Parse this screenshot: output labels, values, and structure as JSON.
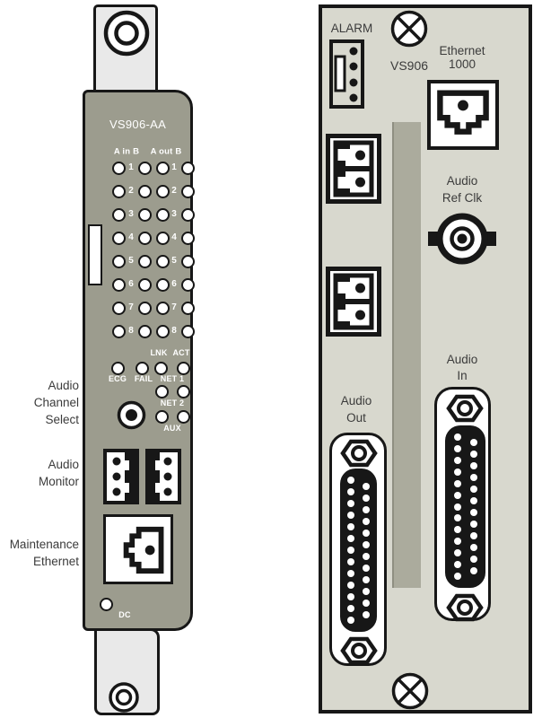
{
  "front_panel": {
    "model": "VS906-AA",
    "led_columns": {
      "in": "A in B",
      "out": "A out B"
    },
    "channels": [
      "1",
      "2",
      "3",
      "4",
      "5",
      "6",
      "7",
      "8"
    ],
    "status": {
      "lnk": "LNK",
      "act": "ACT",
      "ecg": "ECG",
      "fail": "FAIL",
      "net1": "NET 1",
      "net2": "NET 2",
      "aux": "AUX",
      "dc": "DC"
    },
    "callouts": {
      "channel_select": [
        "Audio",
        "Channel",
        "Select"
      ],
      "monitor": [
        "Audio",
        "Monitor"
      ],
      "maintenance": [
        "Maintenance",
        "Ethernet"
      ]
    }
  },
  "rear_panel": {
    "alarm_label": "ALARM",
    "model": "VS906",
    "ethernet_label": [
      "Ethernet",
      "1000"
    ],
    "ref_clk_label": [
      "Audio",
      "Ref Clk"
    ],
    "audio_out_label": [
      "Audio",
      "Out"
    ],
    "audio_in_label": [
      "Audio",
      "In"
    ]
  },
  "colors": {
    "front_body": "#9c9c8e",
    "rear_body": "#d8d8ce",
    "recess_bar": "#abab9d",
    "tab": "#e9e9e9",
    "outline": "#171717",
    "label_text": "#3b3b3b"
  }
}
